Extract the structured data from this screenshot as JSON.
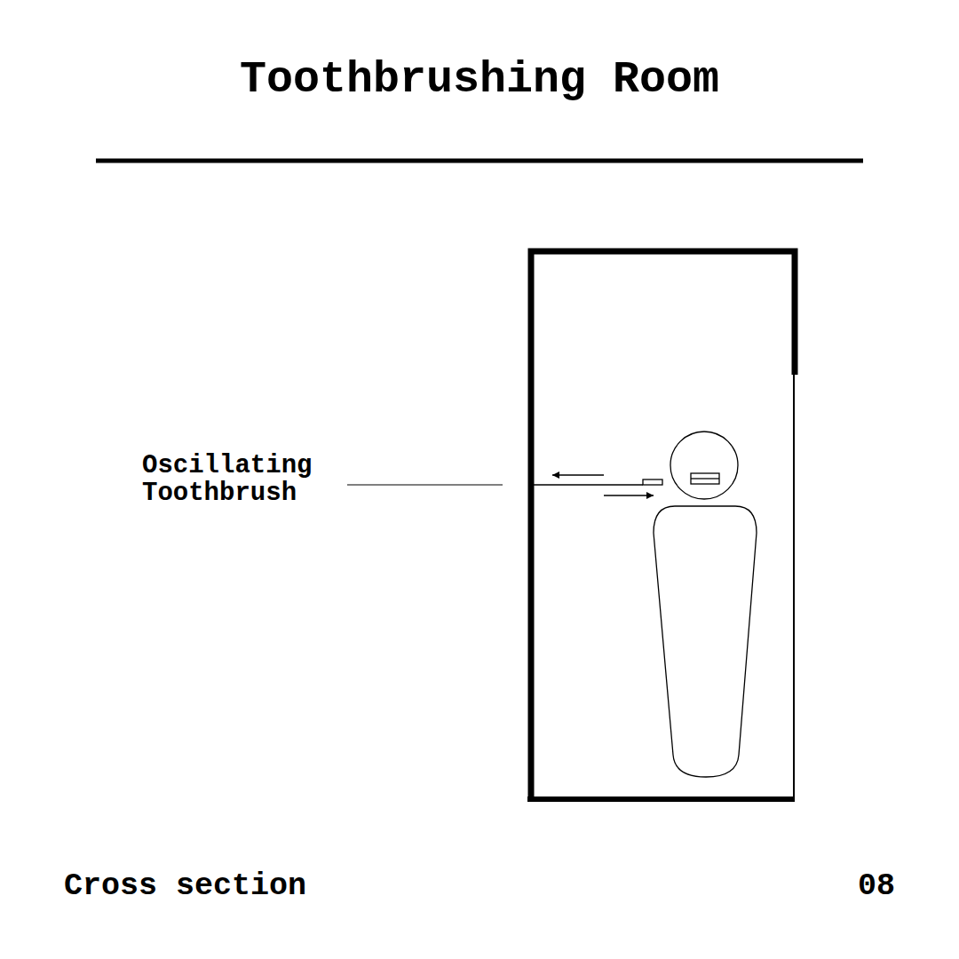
{
  "diagram": {
    "title": "Toothbrushing Room",
    "labels": [
      "Oscillating Toothbrush",
      "Cross section",
      "08"
    ]
  }
}
